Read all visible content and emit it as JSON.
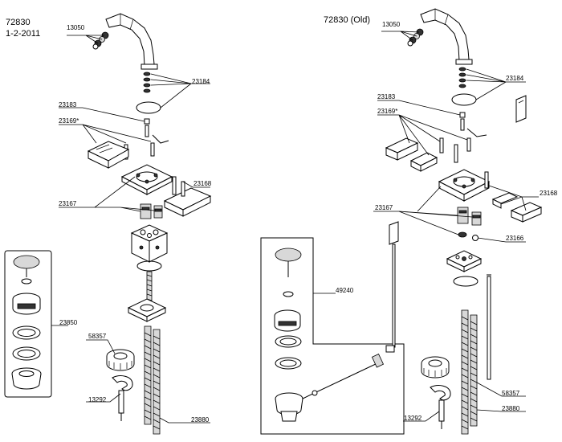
{
  "left": {
    "model": "72830",
    "date": "1-2-2011",
    "labels": {
      "p13050": "13050",
      "p23184": "23184",
      "p23183": "23183",
      "p23169": "23169*",
      "p23168": "23168",
      "p23167": "23167",
      "p23850": "23850",
      "p58357": "58357",
      "p13292": "13292",
      "p23880": "23880"
    }
  },
  "right": {
    "model": "72830 (Old)",
    "labels": {
      "p13050": "13050",
      "p23184": "23184",
      "p23183": "23183",
      "p23169": "23169*",
      "p23168": "23168",
      "p23167": "23167",
      "p23166": "23166",
      "p49240": "49240",
      "p58357": "58357",
      "p13292": "13292",
      "p23880": "23880"
    }
  }
}
